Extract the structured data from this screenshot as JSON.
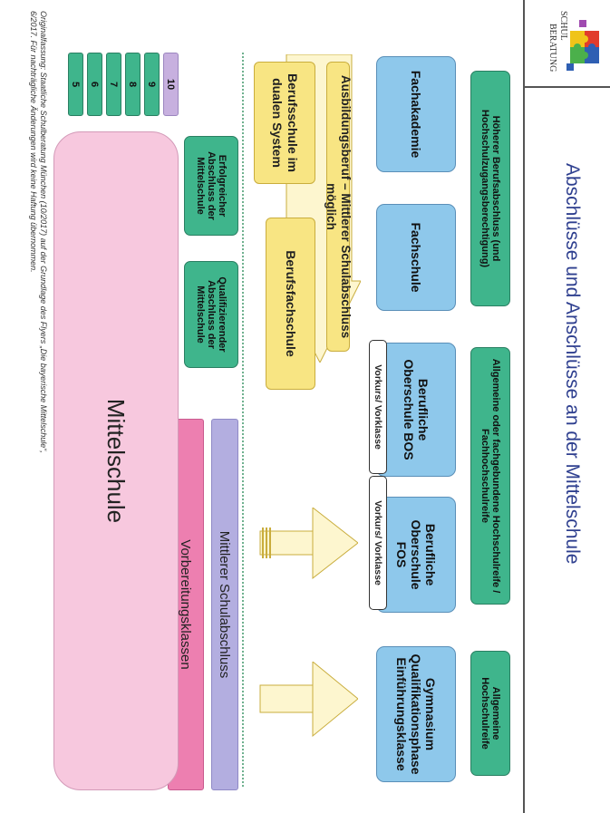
{
  "title": "Abschlüsse und Anschlüsse an der Mittelschule",
  "logo": {
    "text_top": "SCHUL",
    "text_bottom": "BERATUNG"
  },
  "targets": {
    "hoeherer": "Höherer Berufsabschluss (und Hochschulzugangsberechtigung)",
    "allgemein_fach": "Allgemeine oder fachgebundene Hochschulreife / Fachhochschulreife",
    "allgemein": "Allgemeine Hochschulreife"
  },
  "schools": {
    "fachakademie": "Fachakademie",
    "fachschule": "Fachschule",
    "bos": "Berufliche Oberschule BOS",
    "fos": "Berufliche Oberschule FOS",
    "gymnasium": "Gymnasium Qualifikationsphase Einführungsklasse"
  },
  "vorkurs": {
    "bos": "Vorkurs/ Vorklasse",
    "fos": "Vorkurs/ Vorklasse"
  },
  "ausbildung": "Ausbildungsberuf – Mittlerer Schulabschluss möglich",
  "berufsschule": "Berufsschule im dualen System",
  "berufsfachschule": "Berufsfachschule",
  "abschluesse": {
    "erfolg": "Erfolgreicher Abschluss der Mittelschule",
    "quali": "Qualifizierender Abschluss der Mittelschule"
  },
  "mittlerer": "Mittlerer Schulabschluss",
  "vorbereitung": "Vorbereitungsklassen",
  "mittelschule": "Mittelschule",
  "grades": [
    "10",
    "9",
    "8",
    "7",
    "6",
    "5"
  ],
  "footnote": "Originalfassung: Staatliche Schulberatung München (10/2017) auf der Grundlage des Flyers „Die bayerische Mittelschule“, 6/2017. Für nachträgliche Änderungen wird keine Haftung übernommen.",
  "colors": {
    "title": "#2e3f8f",
    "green": "#3fb58c",
    "blue": "#8ec8eb",
    "yellow": "#f8e583",
    "pink": "#f7c8de",
    "violet": "#b3aee0",
    "magenta": "#ed7fb0",
    "lilac": "#c7b0df"
  }
}
